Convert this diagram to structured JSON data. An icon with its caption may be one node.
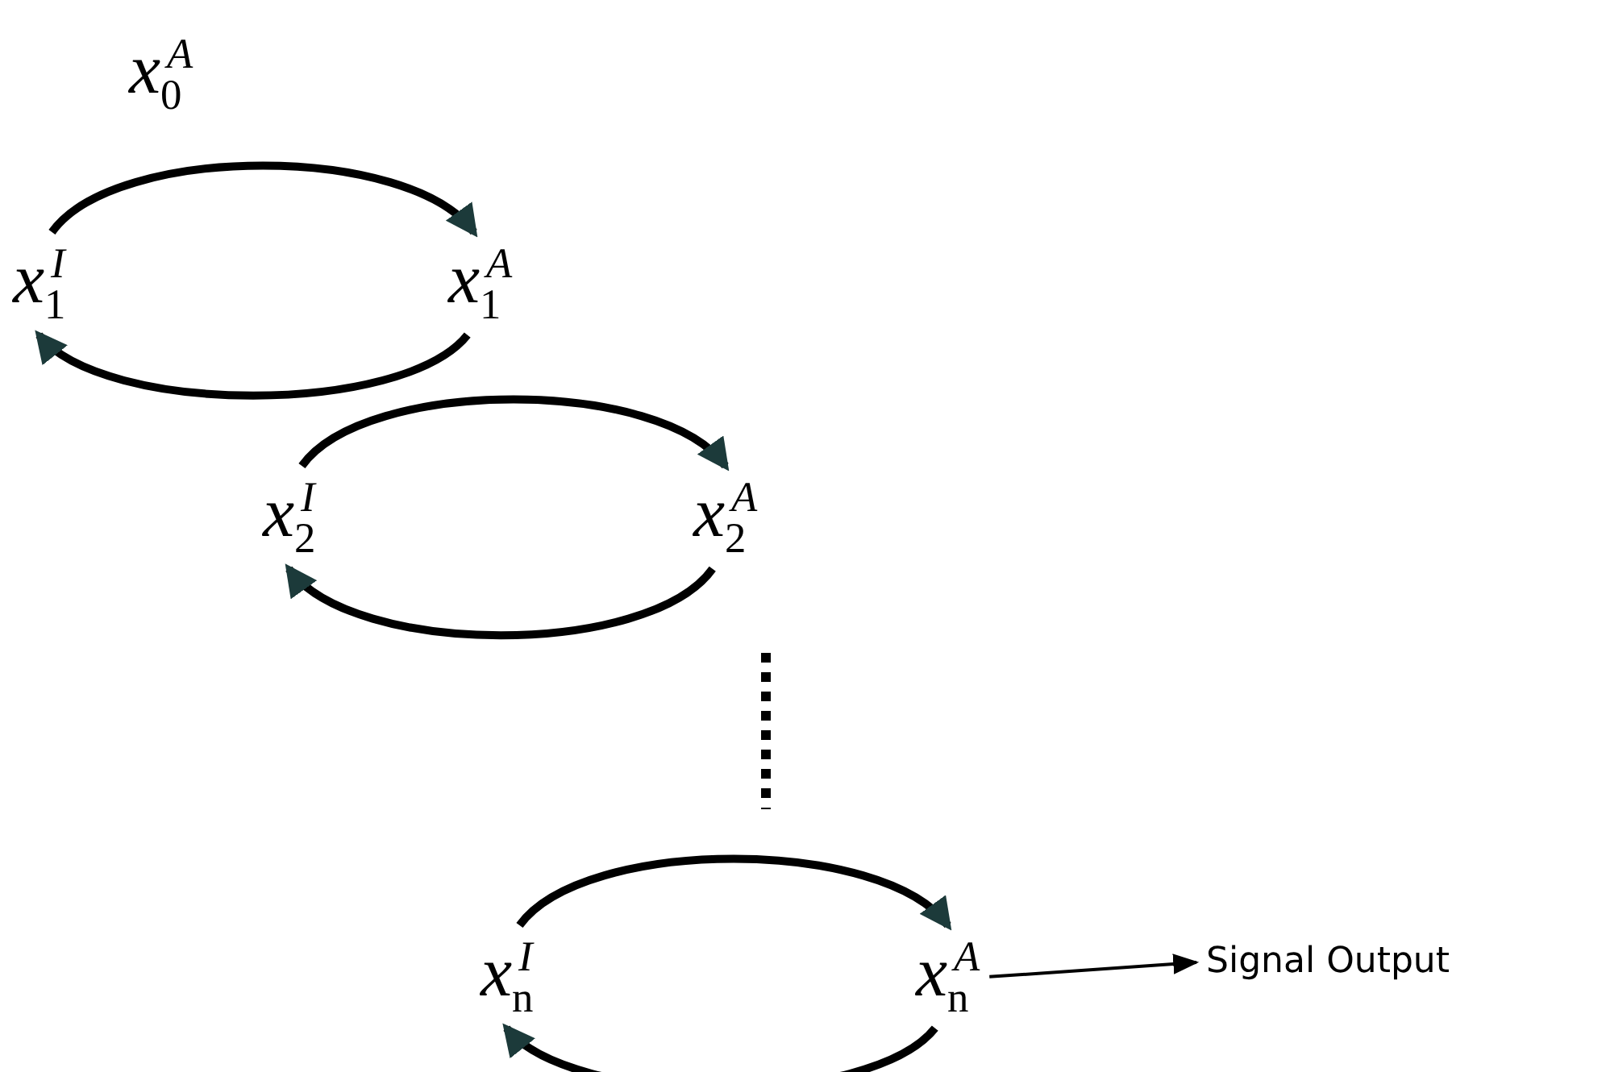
{
  "diagram": {
    "nodes": [
      {
        "text": [
          "*x*$_{1}$$^{I}$"
        ]
      },
      {
        "text": [
          "*x*$_{1}$$^{A}$"
        ]
      },
      {
        "text": [
          "*x*$_{2}$$^{I}$"
        ]
      },
      {
        "text": [
          "*x*$_{2}$$^{A}$"
        ]
      },
      {
        "text": [
          "*x*$_{n}$$^{I}$"
        ]
      },
      {
        "text": [
          "*x*$_{n}$$^{A}$"
        ]
      },
      {
        "text": [
          "Signal Output"
        ]
      }
    ],
    "edges": [
      {
        "from": 0,
        "to": 1,
        "arrow": "to",
        "label": "*x*$_{0}$$^{A}$"
      },
      {
        "from": 1,
        "to": 0,
        "arrow": "to"
      },
      {
        "from": 2,
        "to": 3,
        "arrow": "to"
      },
      {
        "from": 3,
        "to": 2,
        "arrow": "to"
      },
      {
        "from": 4,
        "to": 5,
        "arrow": "to"
      },
      {
        "from": 5,
        "to": 4,
        "arrow": "to"
      },
      {
        "from": 5,
        "to": 6,
        "arrow": "to"
      }
    ]
  }
}
